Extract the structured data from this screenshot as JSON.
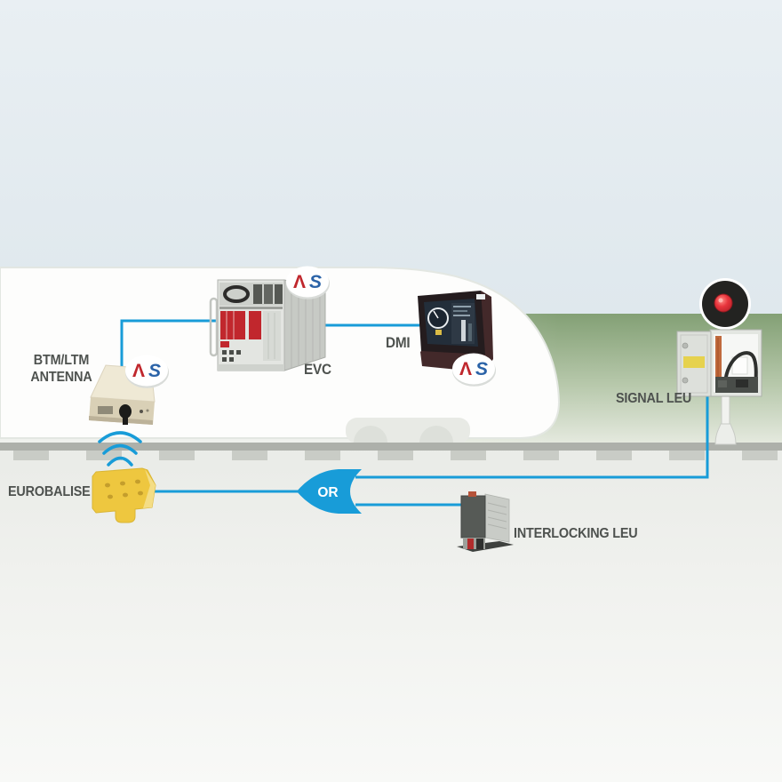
{
  "labels": {
    "antenna_line1": "BTM/LTM",
    "antenna_line2": "ANTENNA",
    "evc": "EVC",
    "dmi": "DMI",
    "signal_leu": "SIGNAL LEU",
    "eurobalise": "EUROBALISE",
    "interlocking_leu": "INTERLOCKING LEU"
  },
  "or_gate": {
    "label": "OR"
  },
  "logo": {
    "a_glyph": "Λ",
    "s_glyph": "S",
    "red": "#c0272d",
    "blue": "#2b63a8"
  },
  "colors": {
    "connection_blue": "#189cd8",
    "or_gate_blue": "#189cd8",
    "label_text": "#4e524f",
    "balise_yellow": "#eec73f",
    "signal_lamp_red": "#e8343c",
    "sky": "#e5ecf0",
    "grass_green": "#83a075",
    "rail_gray": "#adb0aa"
  },
  "connections": [
    {
      "from": "BTM/LTM ANTENNA",
      "to": "EVC",
      "type": "cable"
    },
    {
      "from": "EVC",
      "to": "DMI",
      "type": "cable"
    },
    {
      "from": "BTM/LTM ANTENNA",
      "to": "EUROBALISE",
      "type": "radio"
    },
    {
      "from": "EUROBALISE",
      "to": "OR",
      "type": "or-output"
    },
    {
      "from": "SIGNAL LEU",
      "to": "OR",
      "type": "or-input"
    },
    {
      "from": "INTERLOCKING LEU",
      "to": "OR",
      "type": "or-input"
    }
  ]
}
